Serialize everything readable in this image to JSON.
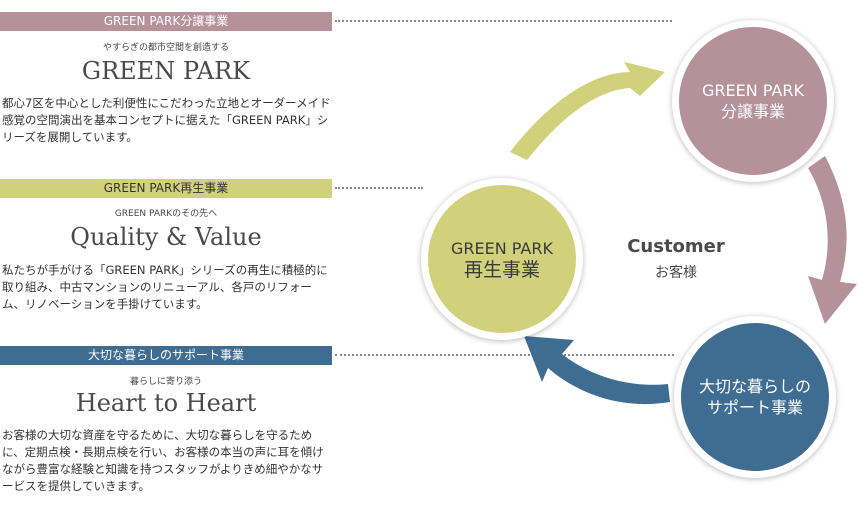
{
  "sections": [
    {
      "bar_label": "GREEN PARK分譲事業",
      "tagline": "やすらぎの都市空間を創造する",
      "heading": "GREEN PARK",
      "body": "都心7区を中心とした利便性にこだわった立地とオーダーメイド感覚の空間演出を基本コンセプトに据えた「GREEN PARK」シリーズを展開しています。",
      "color": "#b5919c"
    },
    {
      "bar_label": "GREEN PARK再生事業",
      "tagline": "GREEN PARKのその先へ",
      "heading": "Quality & Value",
      "body": "私たちが手がける「GREEN PARK」シリーズの再生に積極的に取り組み、中古マンションのリニューアル、各戸のリフォーム、リノベーションを手掛けています。",
      "color": "#d2d17b"
    },
    {
      "bar_label": "大切な暮らしのサポート事業",
      "tagline": "暮らしに寄り添う",
      "heading": "Heart to Heart",
      "body": "お客様の大切な資産を守るために、大切な暮らしを守るために、定期点検・長期点検を行い、お客様の本当の声に耳を傾けながら豊富な経験と知識を持つスタッフがよりきめ細やかなサービスを提供していきます。",
      "color": "#3f6d92"
    }
  ],
  "cycle": {
    "sales": {
      "line1": "GREEN PARK",
      "line2": "分譲事業",
      "color": "#b5919c"
    },
    "renewal": {
      "line1": "GREEN PARK",
      "line2": "再生事業",
      "color": "#d2d17b"
    },
    "support": {
      "line1": "大切な暮らしの",
      "line2": "サポート事業",
      "color": "#3f6d92"
    },
    "center_en": "Customer",
    "center_ja": "お客様"
  }
}
